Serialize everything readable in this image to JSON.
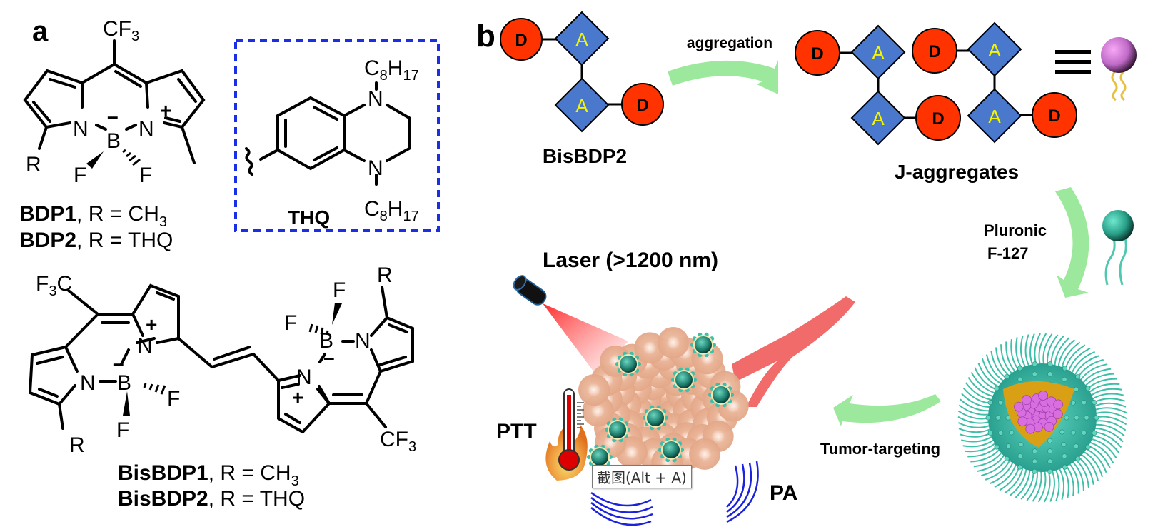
{
  "panel_a": {
    "label": "a",
    "bdp": {
      "meso_group": "CF",
      "meso_group_sub": "3",
      "atoms": {
        "n_left": "N",
        "n_right": "N",
        "boron": "B",
        "f1": "F",
        "f2": "F",
        "r": "R",
        "minus": "–",
        "plus": "+"
      },
      "legend": [
        {
          "name": "BDP1",
          "sep": ", R = CH",
          "sub": "3",
          "tail": ""
        },
        {
          "name": "BDP2",
          "sep": ", R = THQ",
          "sub": "",
          "tail": ""
        }
      ]
    },
    "thq": {
      "label": "THQ",
      "top_chain": "C",
      "top_chain_sub1": "8",
      "top_chain_mid": "H",
      "top_chain_sub2": "17",
      "n_top": "N",
      "n_bottom": "N",
      "border_color": "#1a2ee6"
    },
    "bisbdp": {
      "left_cf3_pre": "F",
      "left_cf3_sub": "3",
      "left_cf3_post": "C",
      "right_cf3": "CF",
      "right_cf3_sub": "3",
      "atoms": {
        "n": "N",
        "b": "B",
        "f": "F",
        "r": "R",
        "minus": "–",
        "plus": "+"
      },
      "legend": [
        {
          "name": "BisBDP1",
          "sep": ", R = CH",
          "sub": "3"
        },
        {
          "name": "BisBDP2",
          "sep": ", R = THQ",
          "sub": ""
        }
      ]
    }
  },
  "panel_b": {
    "label": "b",
    "donor_letter": "D",
    "acceptor_letter": "A",
    "monomer_label": "BisBDP2",
    "step1_label": "aggregation",
    "aggregate_label": "J-aggregates",
    "step2_label_line1": "Pluronic",
    "step2_label_line2": "F-127",
    "step3_label": "Tumor-targeting",
    "laser_label": "Laser (>1200 nm)",
    "ptt_label": "PTT",
    "pa_label": "PA",
    "equivalence_symbol": "≡",
    "colors": {
      "donor": "#ff3300",
      "acceptor": "#4a78cc",
      "acceptor_text": "#f5f500",
      "arrow": "#9ce89c",
      "vessel": "#f26b6b",
      "nanoparticle_shell": "#3fbfa8",
      "nanoparticle_core": "#d86ee0",
      "nanoparticle_middle": "#d9a016",
      "pa_waves": "#1a22dd",
      "dye_sphere": "#d78ee0",
      "polymer_sphere": "#2aa08c",
      "thermometer": "#dd0000",
      "flame": "#f0a030"
    }
  },
  "tooltip": {
    "text": "截图(Alt + A)"
  }
}
